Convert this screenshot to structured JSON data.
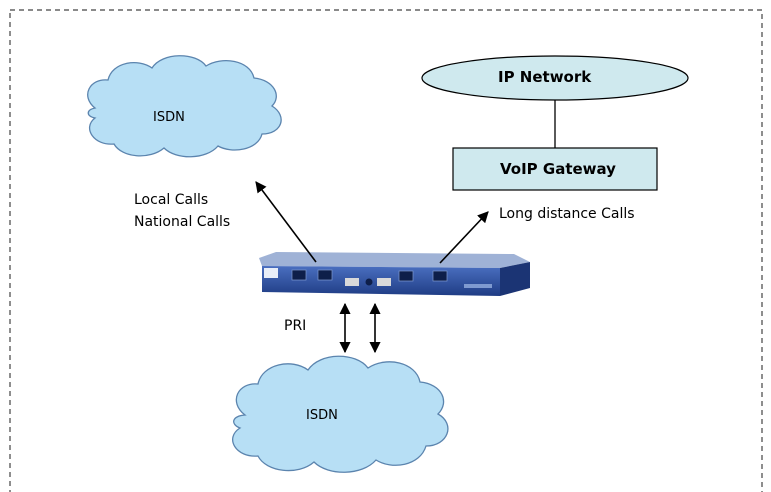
{
  "colors": {
    "cloud_fill": "#b7dff5",
    "cloud_stroke": "#5b84ae",
    "gateway_fill": "#cfe9ee",
    "network_fill": "#cfe9ee",
    "device_body": "#2b4e9c",
    "border": "#444444"
  },
  "clouds": {
    "top": {
      "label": "ISDN"
    },
    "bottom": {
      "label": "ISDN"
    }
  },
  "ip_network": {
    "label": "IP Network"
  },
  "voip_gateway": {
    "label": "VoIP Gateway"
  },
  "labels": {
    "local_calls": "Local Calls",
    "national_calls": "National Calls",
    "long_distance": "Long distance Calls",
    "pri": "PRI"
  },
  "icons": [
    "isdn-cloud-icon",
    "router-device-icon",
    "arrow-icon",
    "double-arrow-icon"
  ]
}
